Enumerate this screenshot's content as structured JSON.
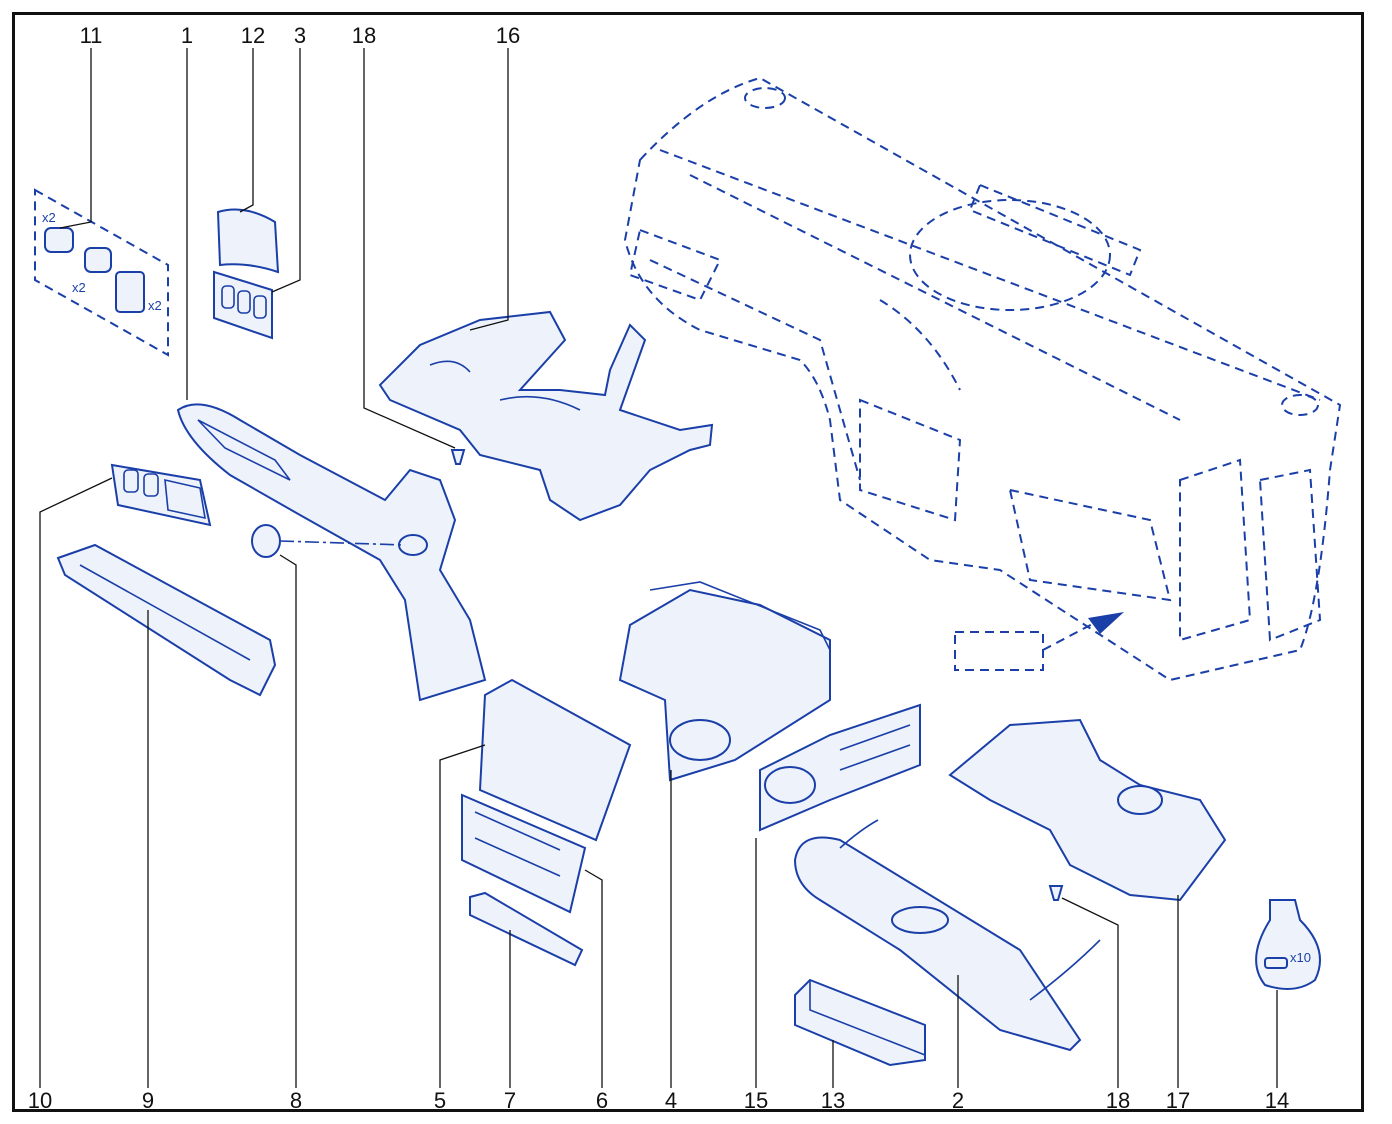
{
  "diagram": {
    "accent_color": "#1a3fa8",
    "top_labels": [
      "11",
      "1",
      "12",
      "3",
      "18",
      "16"
    ],
    "bottom_labels": [
      "10",
      "9",
      "8",
      "5",
      "7",
      "6",
      "4",
      "15",
      "13",
      "2",
      "18",
      "17",
      "14"
    ],
    "quantity_marks": [
      "x2",
      "x2",
      "x2",
      "x10"
    ]
  }
}
